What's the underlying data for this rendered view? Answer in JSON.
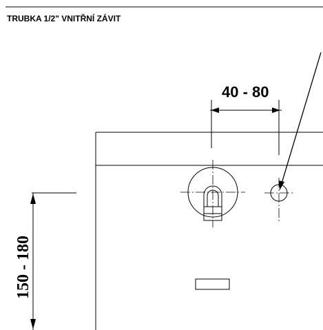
{
  "drawing": {
    "note_label": "TRUBKA 1/2\" VNITŘNÍ ZÁVIT",
    "horizontal_dimension": "40 - 80",
    "vertical_dimension": "150 - 180"
  }
}
